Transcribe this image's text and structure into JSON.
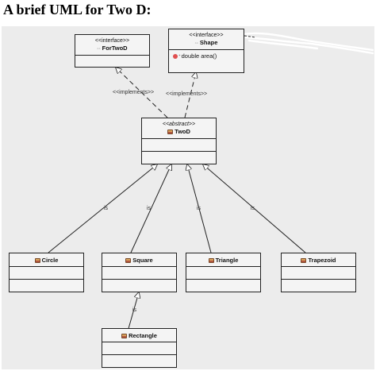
{
  "page": {
    "title": "A brief UML for Two D:"
  },
  "diagram": {
    "classes": {
      "fortwod": {
        "stereotype": "<<interface>>",
        "name": "ForTwoD",
        "icon": "interface-icon"
      },
      "shape": {
        "stereotype": "<<interface>>",
        "name": "Shape",
        "icon": "interface-icon",
        "methods": [
          "double area()"
        ]
      },
      "twod": {
        "stereotype": "<<abstract>>",
        "name": "TwoD",
        "icon": "class-icon"
      },
      "circle": {
        "name": "Circle",
        "icon": "class-icon"
      },
      "square": {
        "name": "Square",
        "icon": "class-icon"
      },
      "triangle": {
        "name": "Triangle",
        "icon": "class-icon"
      },
      "trapezoid": {
        "name": "Trapezoid",
        "icon": "class-icon"
      },
      "rectangle": {
        "name": "Rectangle",
        "icon": "class-icon"
      }
    },
    "relations": {
      "implements_fortwod": "<<implements>>",
      "implements_shape": "<<implements>>",
      "is_circle": "is",
      "is_square": "is",
      "is_triangle": "is",
      "is_trapezoid": "is",
      "is_rectangle": "is"
    }
  }
}
